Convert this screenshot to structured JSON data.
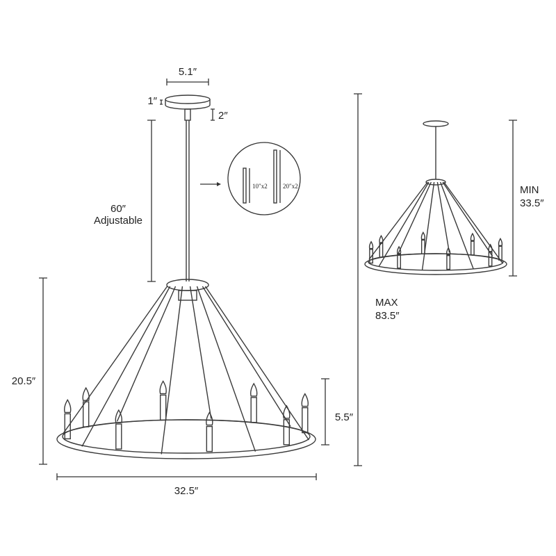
{
  "dimensions": {
    "canopy_width": "5.1″",
    "canopy_height": "1″",
    "canopy_neck": "2″",
    "rod_length": "60″",
    "rod_note": "Adjustable",
    "total_height_fixture": "20.5″",
    "candle_height": "5.5″",
    "diameter": "32.5″",
    "max_label": "MAX",
    "max_value": "83.5″",
    "min_label": "MIN",
    "min_value": "33.5″"
  },
  "rods_inset": {
    "short_rods": "10″x2",
    "long_rods": "20″x2"
  },
  "colors": {
    "line": "#3a3a3a",
    "background": "#ffffff"
  }
}
